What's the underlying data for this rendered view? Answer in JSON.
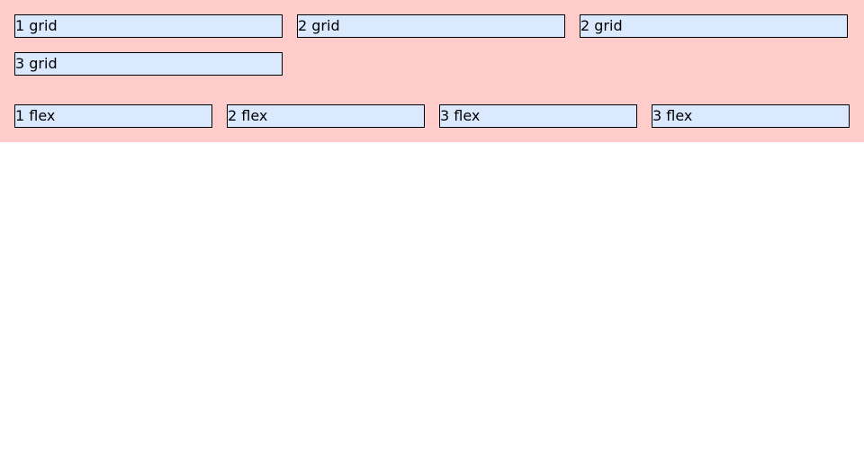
{
  "colors": {
    "panel_background": "#ffcccc",
    "box_background": "#dbe9ff",
    "box_border": "#000000"
  },
  "grid": {
    "items": [
      "1 grid",
      "2 grid",
      "2 grid",
      "3 grid"
    ]
  },
  "flex": {
    "items": [
      "1 flex",
      "2 flex",
      "3 flex",
      "3 flex"
    ]
  }
}
